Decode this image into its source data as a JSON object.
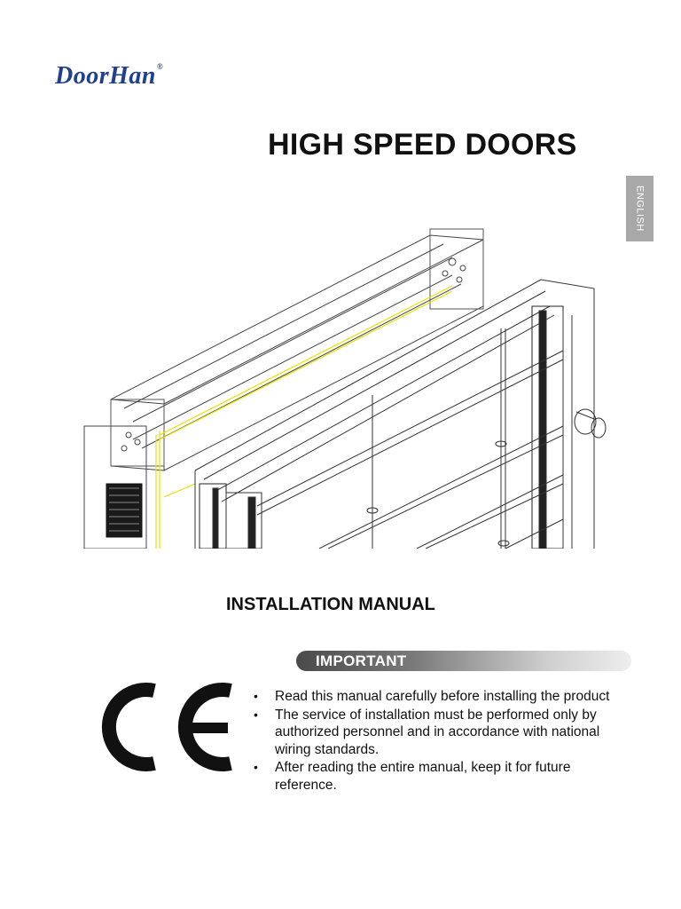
{
  "brand": {
    "name": "DoorHan",
    "registered_mark": "®"
  },
  "title": "HIGH SPEED DOORS",
  "language_tab": "ENGLISH",
  "illustration": {
    "description_icon": "high-speed-door-line-drawing"
  },
  "subtitle": "INSTALLATION MANUAL",
  "important": {
    "label": "IMPORTANT",
    "items": [
      "Read this manual carefully before installing the product",
      "The service of installation must be performed only by authorized personnel and in accordance with national wiring standards.",
      " After reading the entire manual, keep it for future reference."
    ]
  },
  "colors": {
    "brand_blue": "#1f3f8f",
    "tab_gray": "#a8a8a8",
    "wire_yellow": "#e8e000"
  }
}
